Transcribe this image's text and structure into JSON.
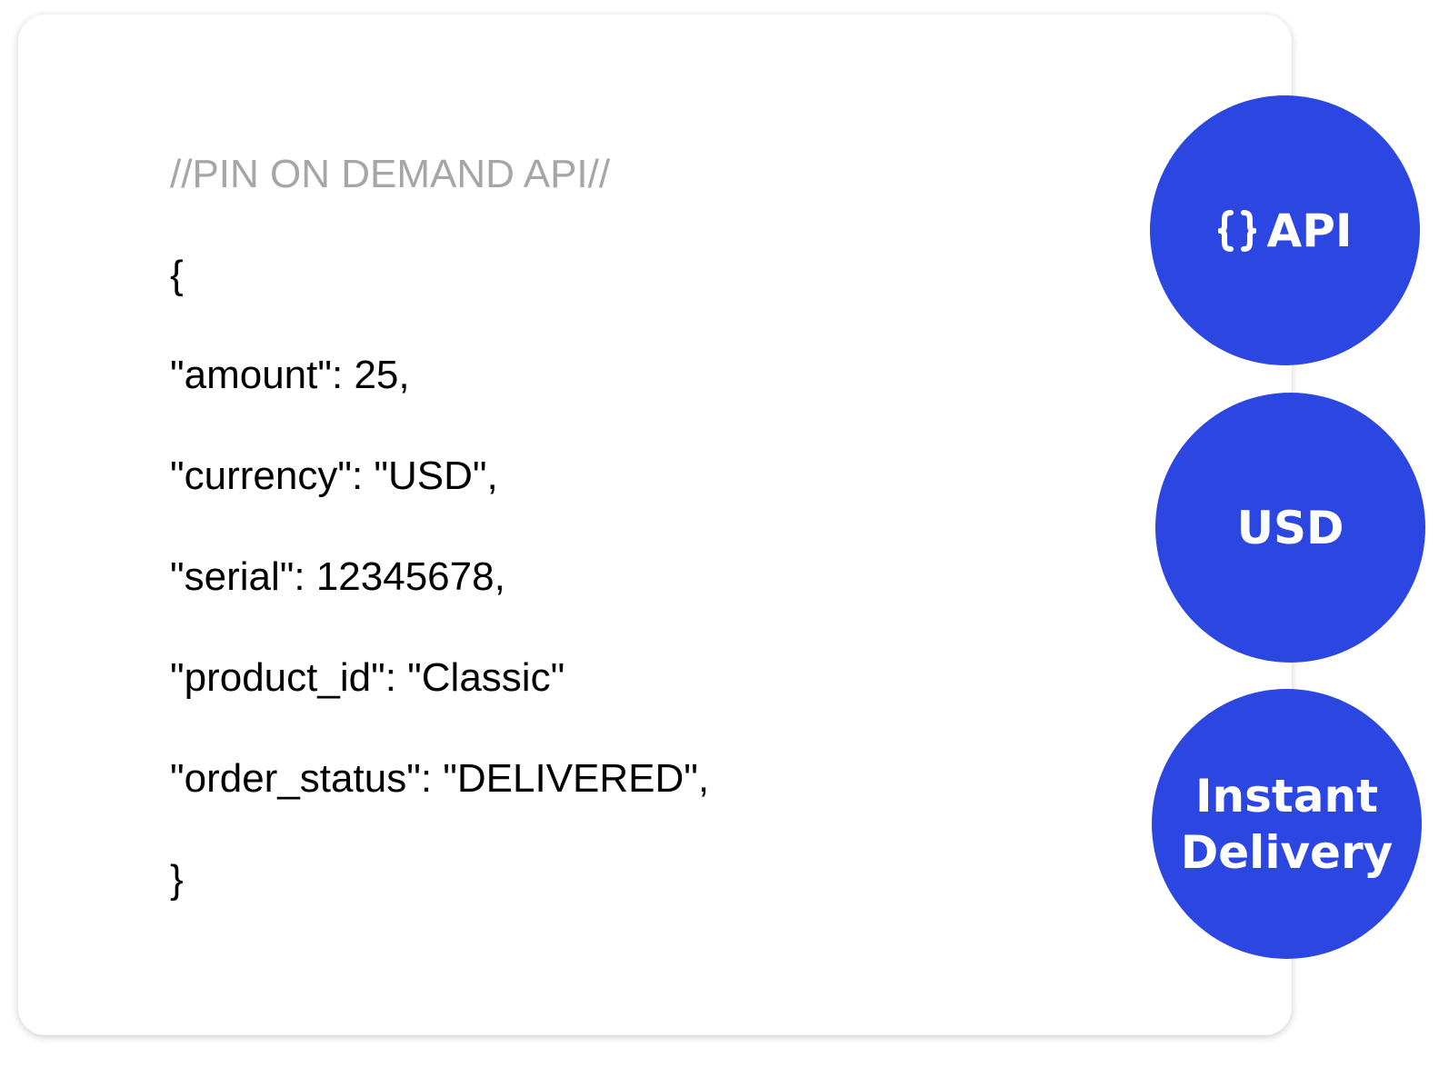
{
  "code": {
    "comment": "//PIN ON DEMAND API//",
    "lines": [
      "{",
      "\"amount\": 25,",
      "\"currency\": \"USD\",",
      "\"serial\": 12345678,",
      "\"product_id\": \"Classic\"",
      "\"order_status\": \"DELIVERED\",",
      "}"
    ]
  },
  "badges": {
    "api": {
      "label": "API",
      "icon": "braces-icon"
    },
    "currency": {
      "label": "USD"
    },
    "delivery": {
      "label": "Instant Delivery"
    }
  },
  "colors": {
    "accent": "#2c46e2",
    "comment": "#a6a6a6",
    "text": "#000000",
    "card_bg": "#ffffff"
  }
}
